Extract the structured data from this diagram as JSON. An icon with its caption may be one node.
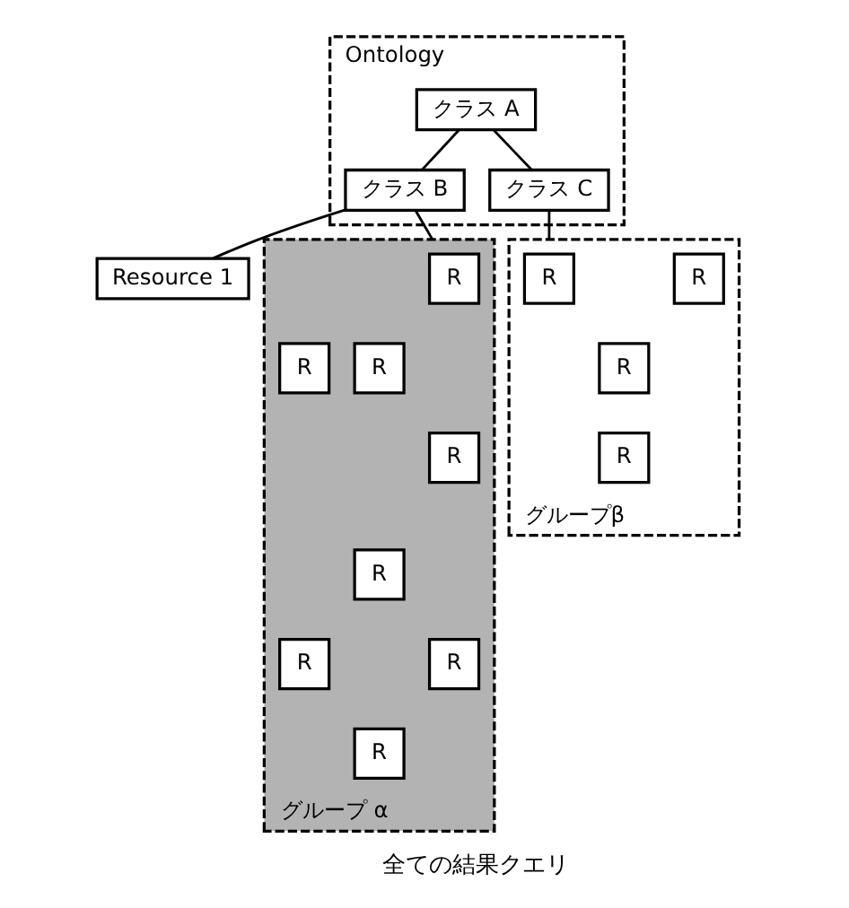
{
  "diagram": {
    "nodes": [
      {
        "text": [
          "Ontology"
        ]
      },
      {
        "text": [
          "クラス A"
        ],
        "in": 0
      },
      {
        "text": [
          "クラス B"
        ],
        "in": 0
      },
      {
        "text": [
          "クラス C"
        ],
        "in": 0
      },
      {
        "text": [
          "Resource 1"
        ]
      },
      {
        "text": [
          "グループ α"
        ]
      },
      {
        "text": [
          "R"
        ],
        "in": 5
      },
      {
        "text": [
          "R"
        ],
        "in": 5
      },
      {
        "text": [
          "R"
        ],
        "in": 5
      },
      {
        "text": [
          "R"
        ],
        "in": 5
      },
      {
        "text": [
          "R"
        ],
        "in": 5
      },
      {
        "text": [
          "R"
        ],
        "in": 5
      },
      {
        "text": [
          "R"
        ],
        "in": 5
      },
      {
        "text": [
          "R"
        ],
        "in": 5
      },
      {
        "text": [
          "グループβ"
        ]
      },
      {
        "text": [
          "R"
        ],
        "in": 14
      },
      {
        "text": [
          "R"
        ],
        "in": 14
      },
      {
        "text": [
          "R"
        ],
        "in": 14
      },
      {
        "text": [
          "R"
        ],
        "in": 14
      }
    ],
    "edges": [
      {
        "from": 1,
        "to": 2,
        "arrow": "none"
      },
      {
        "from": 1,
        "to": 3,
        "arrow": "none"
      },
      {
        "from": 2,
        "to": 4,
        "arrow": "none"
      },
      {
        "from": 2,
        "to": 5,
        "arrow": "none"
      },
      {
        "from": 3,
        "to": 14,
        "arrow": "none"
      }
    ],
    "labels": [
      "全ての結果クエリ"
    ]
  }
}
